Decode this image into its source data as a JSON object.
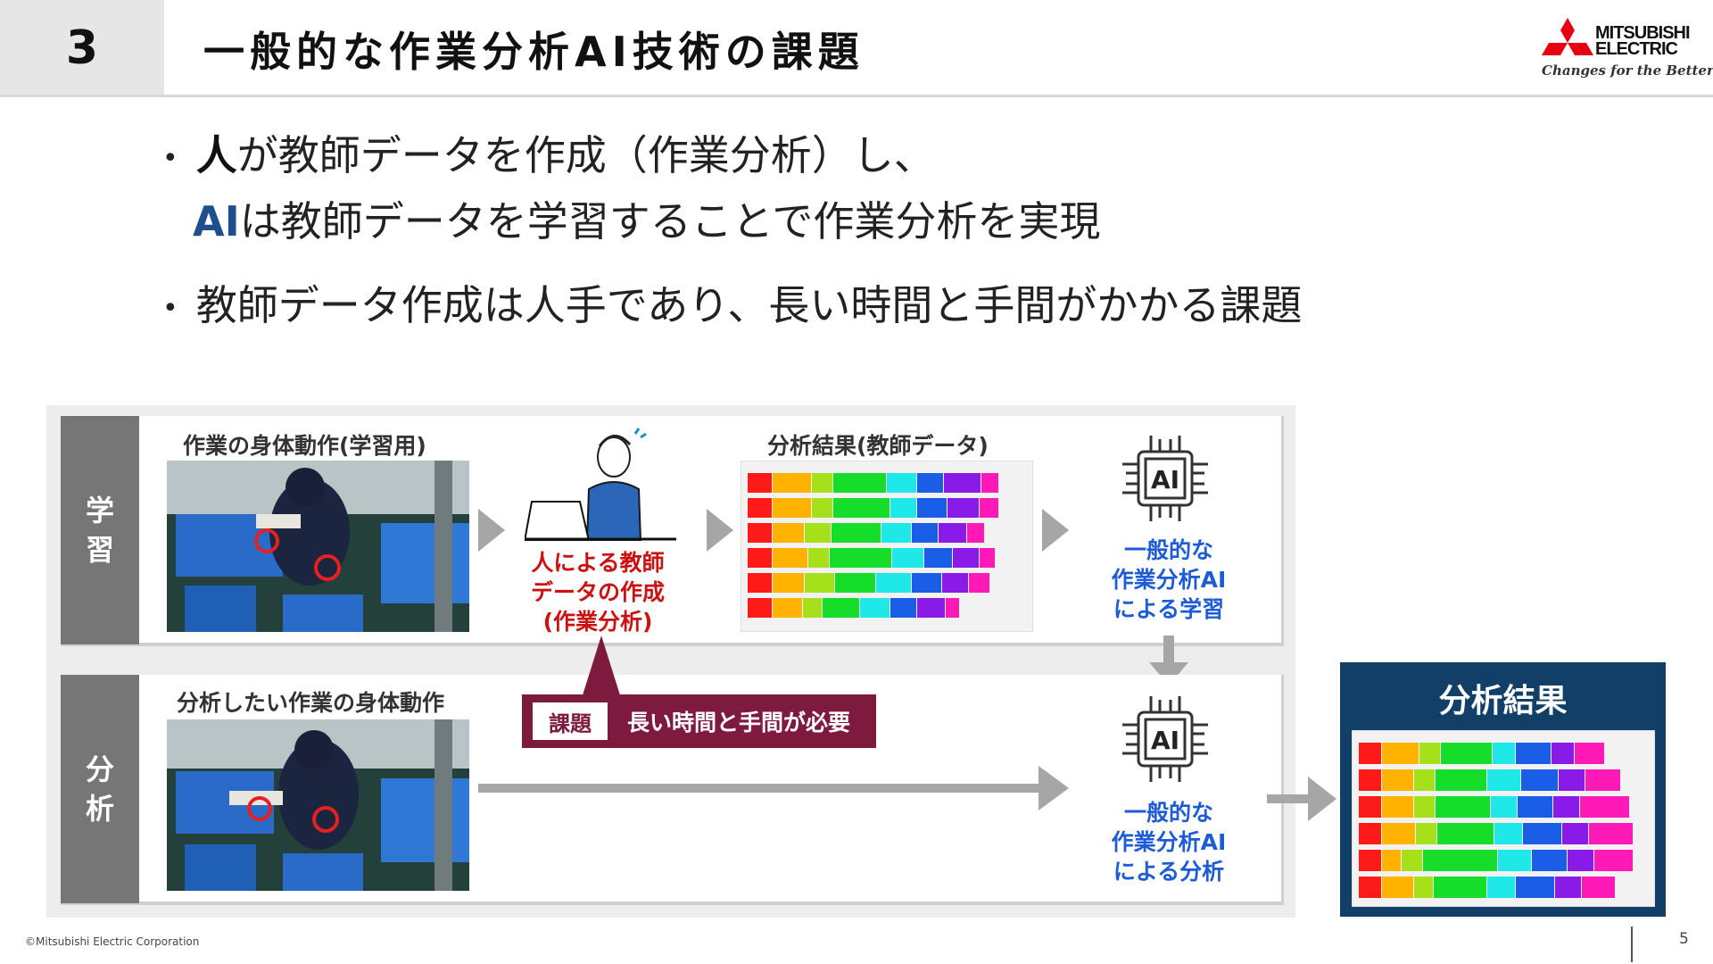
{
  "header": {
    "section_number": "3",
    "title": "一般的な作業分析AI技術の課題",
    "logo_line1": "MITSUBISHI",
    "logo_line2": "ELECTRIC",
    "logo_tagline": "Changes for the Better"
  },
  "bullets": [
    {
      "lead": "人",
      "rest": "が教師データを作成（作業分析）し、"
    },
    {
      "lead": "AI",
      "rest": "は教師データを学習することで作業分析を実現"
    },
    {
      "text": "教師データ作成は人手であり、長い時間と手間がかかる課題"
    }
  ],
  "learning_row": {
    "side_label_1": "学",
    "side_label_2": "習",
    "photo_caption": "作業の身体動作(学習用)",
    "human_step_lines": [
      "人による教師",
      "データの作成",
      "(作業分析)"
    ],
    "result_caption": "分析結果(教師データ)",
    "ai_lines": [
      "一般的な",
      "作業分析AI",
      "による学習"
    ]
  },
  "analysis_row": {
    "side_label_1": "分",
    "side_label_2": "析",
    "photo_caption": "分析したい作業の身体動作",
    "ai_lines": [
      "一般的な",
      "作業分析AI",
      "による分析"
    ]
  },
  "issue": {
    "tag": "課題",
    "text": "長い時間と手間が必要"
  },
  "ai_chip_label": "AI",
  "final_result": {
    "title": "分析結果"
  },
  "colors": {
    "accent_blue": "#1e4e8c",
    "ai_text_blue": "#1e5bd6",
    "issue_red": "#7f1a3f",
    "result_navy": "#123f68",
    "human_text_red": "#cc1111",
    "logo_red": "#e60012"
  },
  "footer": {
    "copyright": "©Mitsubishi Electric Corporation",
    "page": "5"
  }
}
